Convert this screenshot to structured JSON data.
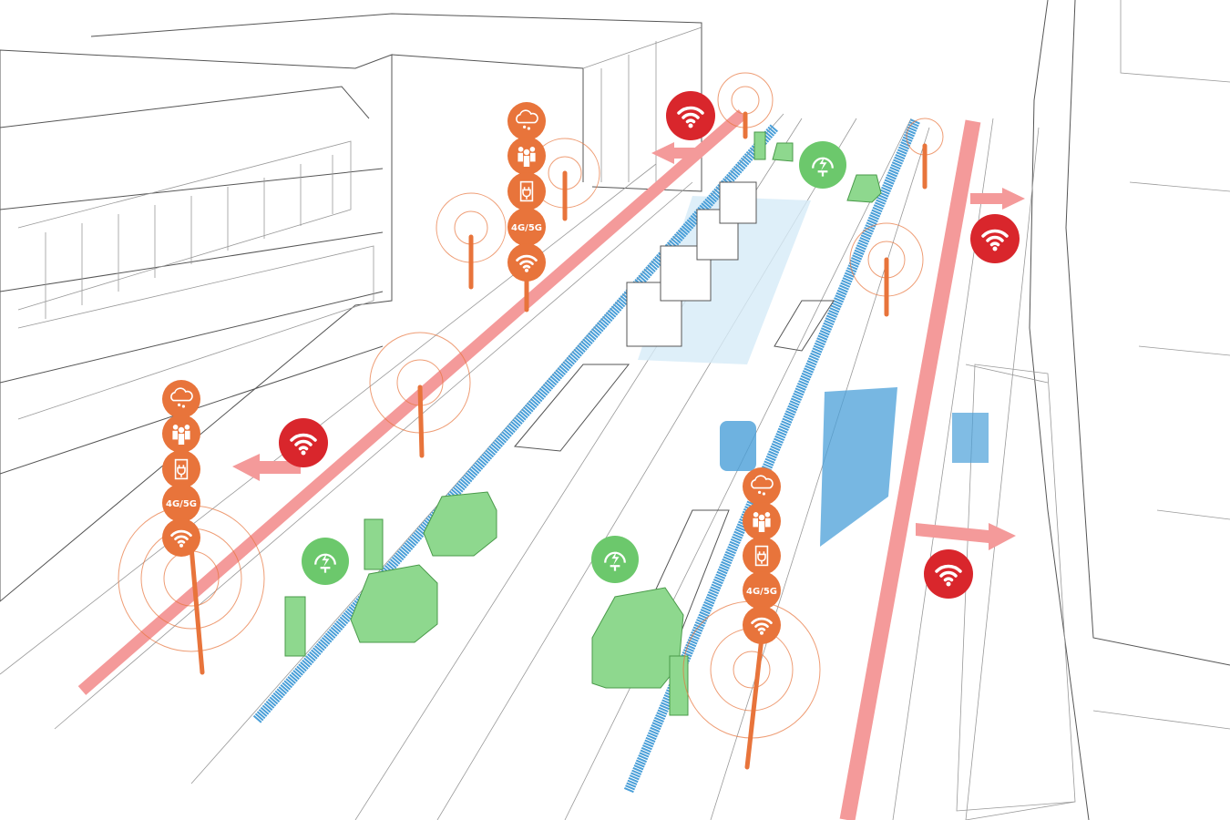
{
  "colors": {
    "sensor_orange": "#e8743b",
    "wifi_red": "#d9262c",
    "pedestrian_band": "#f49a9a",
    "bike_lane_blue": "#4a9fd8",
    "ev_green": "#7fd07f",
    "transit_zone": "#d6ebf7"
  },
  "sensor_poles": [
    {
      "icons": [
        "weather-sensor-icon",
        "people-counter-icon",
        "ev-charger-icon",
        "cellular-icon",
        "wifi-icon"
      ],
      "cellular_label": "4G/5G"
    },
    {
      "icons": [
        "weather-sensor-icon",
        "people-counter-icon",
        "ev-charger-icon",
        "cellular-icon",
        "wifi-icon"
      ],
      "cellular_label": "4G/5G"
    },
    {
      "icons": [
        "weather-sensor-icon",
        "people-counter-icon",
        "ev-charger-icon",
        "cellular-icon",
        "wifi-icon"
      ],
      "cellular_label": "4G/5G"
    }
  ],
  "wifi_hotspots": 4,
  "ev_charging_markers": 3
}
